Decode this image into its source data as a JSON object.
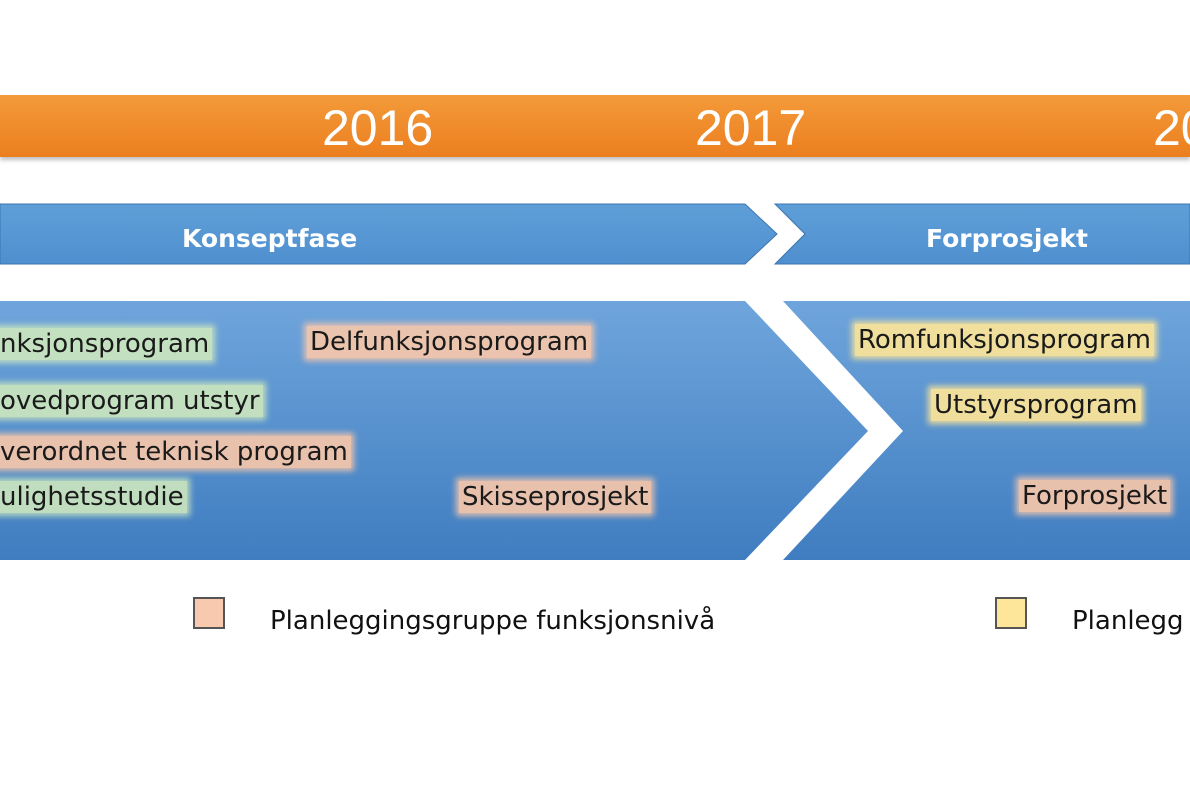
{
  "timeline": {
    "years": [
      "2016",
      "2017",
      "20"
    ]
  },
  "phases": [
    "Konseptfase",
    "Forprosjekt"
  ],
  "items": {
    "funksjonsprogram": "nksjonsprogram",
    "delfunksjonsprogram": "Delfunksjonsprogram",
    "hovedprogram": "ovedprogram utstyr",
    "overordnet": "verordnet teknisk program",
    "mulighetsstudie": "ulighetsstudie",
    "skisseprosjekt": "Skisseprosjekt",
    "romfunksjonsprogram": "Romfunksjonsprogram",
    "utstyrsprogram": "Utstyrsprogram",
    "forprosjekt": "Forprosjekt"
  },
  "legend": [
    {
      "label": "Planleggingsgruppe funksjonsnivå",
      "color": "#f8c9ae"
    },
    {
      "label": "Planlegg",
      "color": "#fde59a"
    }
  ],
  "colors": {
    "timeline": "#ef8428",
    "phase_arrow": "#5b9bd5",
    "panel": "#4a86c8"
  }
}
